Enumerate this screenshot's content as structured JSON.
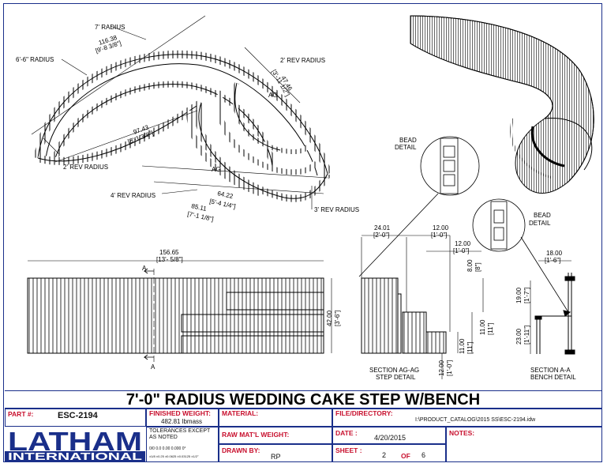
{
  "drawing": {
    "dims": {
      "radius_7": "7' RADIUS",
      "radius_66": "6'-6\" RADIUS",
      "rev_2_top": "2' REV RADIUS",
      "rev_2_bottom": "2' REV RADIUS",
      "rev_3": "3' REV RADIUS",
      "rev_4": "4' REV RADIUS",
      "d11638": "116.38",
      "d11638b": "[9'-8 3/8\"]",
      "d4746": "47.46",
      "d4746b": "[3'-11 1/2\"]",
      "d9743": "97.43",
      "d9743b": "[8'-1 3/8\"]",
      "d6422": "64.22",
      "d6422b": "[5'-4 1/4\"]",
      "d8511": "85.11",
      "d8511b": "[7'-1 1/8\"]",
      "ag1": "AG",
      "ag2": "AG",
      "d15665": "156.65",
      "d15665b": "[13'- 5/8\"]",
      "d4200": "42.00",
      "d4200b": "[3'-6\"]",
      "a_top": "A",
      "a_bottom": "A",
      "d2401": "24.01",
      "d2401b": "[2'-0\"]",
      "d1200a": "12.00",
      "d1200ab": "[1'-0\"]",
      "d1200b": "12.00",
      "d1200bb": "[1'-0\"]",
      "d800": "8.00",
      "d800b": "[8\"]",
      "d1100a": "11.00",
      "d1100ab": "[11\"]",
      "d1100b": "11.00",
      "d1100bb": "[11\"]",
      "d1200c": "12.00",
      "d1200cb": "[1'-0\"]",
      "d1800": "18.00",
      "d1800b": "[1'-6\"]",
      "d1900": "19.00",
      "d1900b": "[1'-7\"]",
      "d2300": "23.00",
      "d2300b": "[1'-11\"]",
      "bead1a": "BEAD",
      "bead1b": "DETAIL",
      "bead2a": "BEAD",
      "bead2b": "DETAIL",
      "sec_ag_a": "SECTION AG-AG",
      "sec_ag_b": "STEP DETAIL",
      "sec_a_a": "SECTION A-A",
      "sec_a_b": "BENCH DETAIL"
    }
  },
  "title": "7'-0\" RADIUS WEDDING CAKE STEP W/BENCH",
  "titleblock": {
    "part_label": "PART #:",
    "part_value": "ESC-2194",
    "weight_label": "FINISHED WEIGHT:",
    "weight_value": "482.81 lbmass",
    "material_label": "MATERIAL:",
    "file_label": "FILE/DIRECTORY:",
    "file_value": "I:\\PRODUCT_CATALOG\\2015 SS\\ESC-2194.idw",
    "tolerance_label": "TOLERANCES EXCEPT AS NOTED",
    "tol_row1": "0/0  0.0  0.00  0.000  0°",
    "tol_row2": "±1/8 ±0.25 ±0.0625 ±0.03125 ±1/2°",
    "raw_label": "RAW MAT'L WEIGHT:",
    "date_label": "DATE :",
    "date_value": "4/20/2015",
    "notes_label": "NOTES:",
    "drawn_label": "DRAWN BY:",
    "drawn_value": "RP",
    "sheet_label": "SHEET :",
    "sheet_value": "2",
    "of_label": "OF",
    "of_value": "6"
  },
  "logo": {
    "line1": "LATHAM",
    "line2": "INTERNATIONAL",
    "color": "#1a2f8a"
  }
}
